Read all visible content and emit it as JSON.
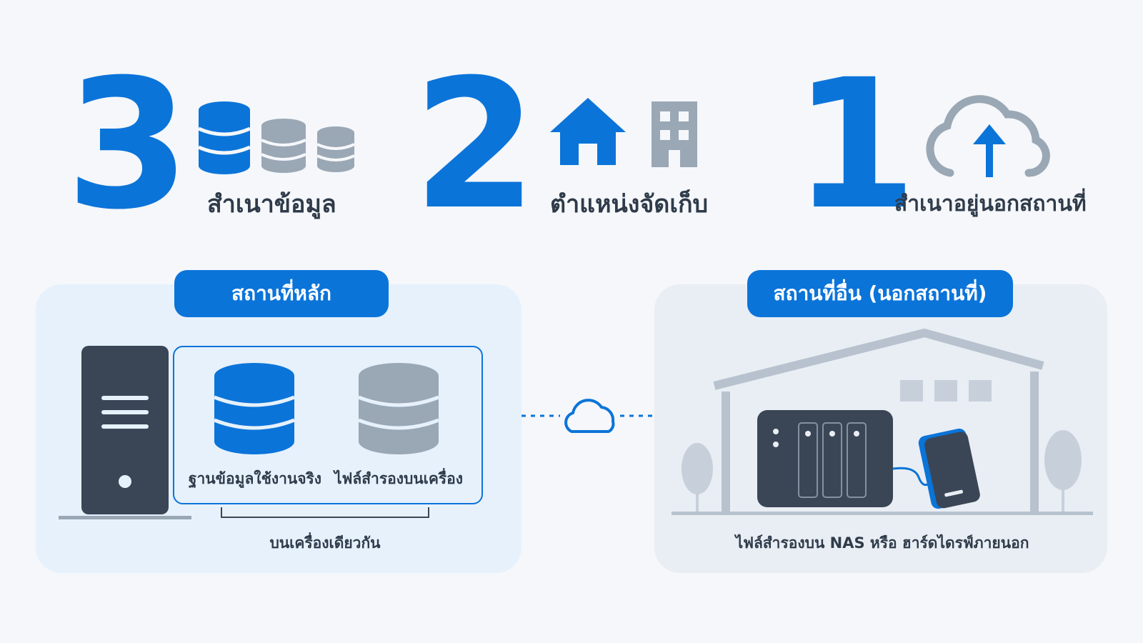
{
  "rule": {
    "copies": {
      "number": "3",
      "label": "สำเนาข้อมูล"
    },
    "locations": {
      "number": "2",
      "label": "ตำแหน่งจัดเก็บ"
    },
    "offsite": {
      "number": "1",
      "label": "สำเนาอยู่นอกสถานที่"
    }
  },
  "primary_site": {
    "title": "สถานที่หลัก",
    "db_label": "ฐานข้อมูลใช้งานจริง",
    "backup_label": "ไฟล์สำรองบนเครื่อง",
    "same_machine_label": "บนเครื่องเดียวกัน"
  },
  "offsite_site": {
    "title": "สถานที่อื่น (นอกสถานที่)",
    "caption": "ไฟล์สำรองบน NAS หรือ ฮาร์ดไดรฟ์ภายนอก"
  },
  "colors": {
    "accent": "#0b74d9",
    "gray": "#9aa7b5",
    "dark": "#3a4656",
    "panel_left": "#e6f1fc",
    "panel_right": "#e9eef4"
  }
}
